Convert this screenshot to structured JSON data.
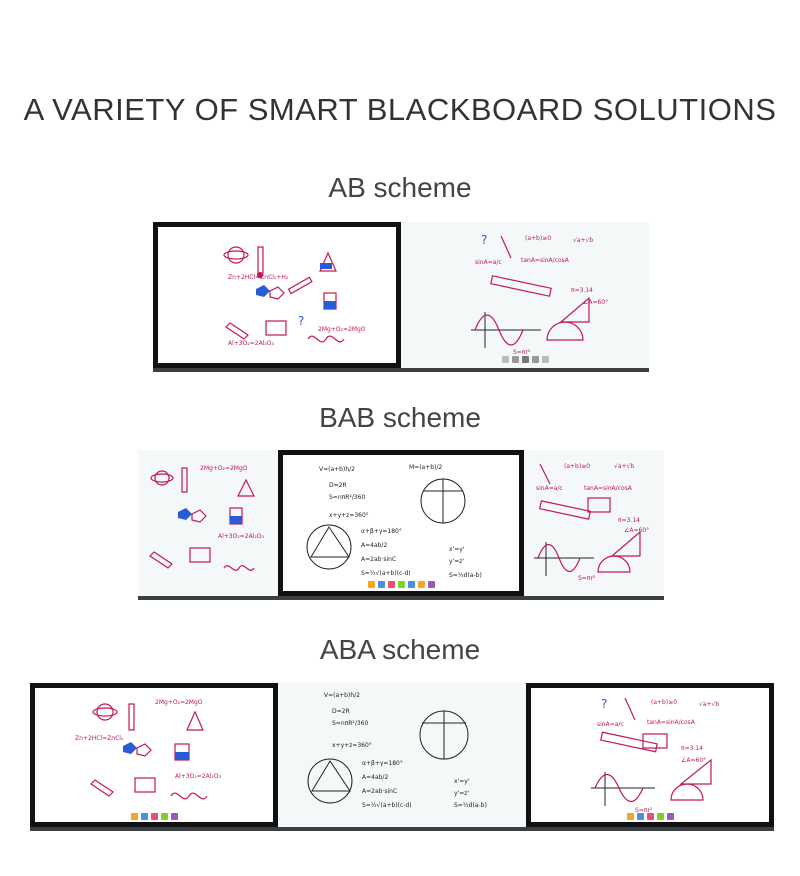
{
  "page": {
    "title": "A VARIETY OF SMART BLACKBOARD SOLUTIONS"
  },
  "schemes": [
    {
      "label": "AB scheme"
    },
    {
      "label": "BAB scheme"
    },
    {
      "label": "ABA scheme"
    }
  ],
  "colors": {
    "ink": "#c2185b",
    "screen_frame": "#111111",
    "board_bg": "#f4f8f9"
  },
  "icons": [
    "chemistry-doodle",
    "math-doodle",
    "geometry-doodle"
  ]
}
